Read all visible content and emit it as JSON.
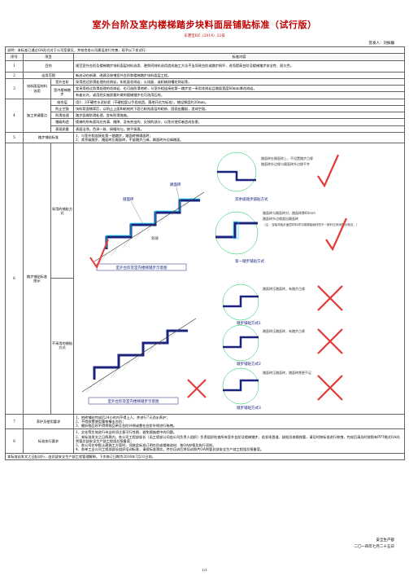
{
  "header": {
    "title": "室外台阶及室内楼梯踏步块料面层铺贴标准（试行版）",
    "doc_no": "东港宝BZ（2014）22号",
    "issuer": "签发人：刘振巍"
  },
  "intro": "说明：本标准已通过OA形式对于公司室意见，并结合各公司建设进行完善，现予以下发试行：",
  "table_head": {
    "no": "序号",
    "item": "项目",
    "content": "标准内容"
  },
  "rows": {
    "r1": {
      "no": "1",
      "item": "目的",
      "content": "规范室外台阶及楼梯踏步块料面层材料选用、避免同材料选用造成施工方法不当导致台阶或踏步损坏，进而提高台阶及楼梯踏步安全性、耐久性。"
    },
    "r2": {
      "no": "2",
      "item": "适用范围",
      "content": "新启动在新建、改建及修缮室外台阶和楼梯踏步块料面层工程。"
    },
    "r3": {
      "no": "3",
      "item": "块料面层材料选用",
      "sub1": "室外台阶",
      "sub1_content": "采用经过防滑处理的花岗岩，如毛面花岗岩、火烧板、或机械刻槽花岗岩等。",
      "sub2": "室内楼梯踏步",
      "sub2_content": "宜采用经过防滑处理的花岗岩、也可选防滑地砖，与室外相连接处第一踏步宜一采用花岗岩且踏面宽度60mm厚花岗岩。",
      "sub3_content": "有者允许，或用经实施质量外做的楼梯踏步也可选用石材。"
    },
    "r4": {
      "no": "4",
      "item": "施工关键要点",
      "s1": "结合层",
      "s1c": "用1：3干硬性水泥砂浆（干硬程度以手捏成团，落地开花为标准），铺设厚度约20mm。",
      "s2": "防止空鼓",
      "s2c": "块料背面铺浆后，以防止上面和粘结剂下面已粘贴面层的粘结、固面出露起，造成空鼓。",
      "s3": "防滑处理",
      "s3c": "踏步面做防滑处理，宜有防滑措施。",
      "s4": "踏级构造",
      "s4c": "楼梯的所有面均应充满、缝隙、没有突出的、尖锐的部分，以免对使用者造成伤害。",
      "s5": "表观质量",
      "s5c": "表面洁净，色泽一致、接缝均匀，棱平接直。"
    },
    "r5": {
      "no": "5",
      "item": "踏步铺贴标准",
      "c1": "1、与室外相连接处第一踏踏步，踏面砖铺通面砖；",
      "c2": "2、其余级踏步，踏面砖压踢面砖，不留踏步凸缘，踢面砖外边缘踏面。"
    },
    "r6": {
      "no": "6",
      "item": "踏步铺贴标准图示",
      "adopted": "采用的铺贴方式",
      "rejected": "不采用的铺贴方式"
    },
    "r7": {
      "no": "7",
      "item": "养护及使用要求",
      "c1": "1、地砖铺贴完成后24小时内不得上人，并进行7天洒水养护；",
      "c2": "2、不得放置使用重物撞击台阶；",
      "c3": "3、搬拆物品时不得将物品带至台阶外侧或靠在台阶外侧进行拖拽。"
    },
    "r8": {
      "no": "8",
      "item": "标准执行要求",
      "c1": "1、文化等生效进行市业时须注意可行性稳，避免随施就中的问题。",
      "c2": "2、本标准发文之日两周内，各公司工程部部长（无工程部公司由公司负责人组织）负责组织检查所有室外台阶及楼梯踏步，若发现首道、缺陷及修操按要，请及时按标准进行修缮，完成后请及时按照有PPT格式OA向到管总部安全生产部工程组总报备案；",
      "c3": "3、各公司在申报土建施工方案时，须按此标准订明在阶或楼梯选材、按OA申报及执行须知。",
      "c4": "4、各单工业公司工程部部长组织培训标准，请保标准落实，并在培训后将培训照片OA到管总部安全生产部工程组总报备案。"
    },
    "closing": "本标准自发文之日起试行，由总部安全生产部工程管理解释。下次修订日期为2016年7月31日前。"
  },
  "diagrams": {
    "d1_caption": "室外台阶及室内楼梯踏步示意图",
    "d1_tread": "踏面砖",
    "d1_riser": "踢面砖",
    "d1_slope": "斜坡",
    "d2_caption": "第一踏步铺贴方式",
    "d2_note_a": "踏面砖在踢面砖上，不设置踏步凸缘",
    "d2_note_b": "踏面砖外边缘与踢面砖外边缘平齐",
    "d2_label_a": "其余级踏步铺贴方式",
    "d2_note_c": "踏面砖与踢面砖对，踏面砖厚60mm",
    "d2_note_d": "踏面砖外边缘超出踢面砖",
    "d2_note_e": "（注：当踏关踏步面层材料或与楼梯踏面材质不一致时应采用图示做法。）",
    "d3_note": "踏面砖压踏面砖，有踏步凸缘",
    "d3_caption": "踏步铺贴方式1",
    "d4_note": "踏面砖压踏面砖，有踏步凸缘",
    "d4_caption": "踏步铺贴方式2",
    "d5_caption": "室外台阶及室内楼梯踏步示意图",
    "d6_note": "踏面砖压踏面砖，踏面砖厚更不足",
    "d6_caption": "踏步铺贴方式3"
  },
  "footer": {
    "dept": "安全生产部",
    "date": "二〇一四年七月二十五日",
    "page": "1/1"
  },
  "colors": {
    "title": "#c00000",
    "tile": "#1a237e",
    "highlight": "#00e5ff",
    "accept": "#e53935",
    "reject": "#e53935"
  }
}
